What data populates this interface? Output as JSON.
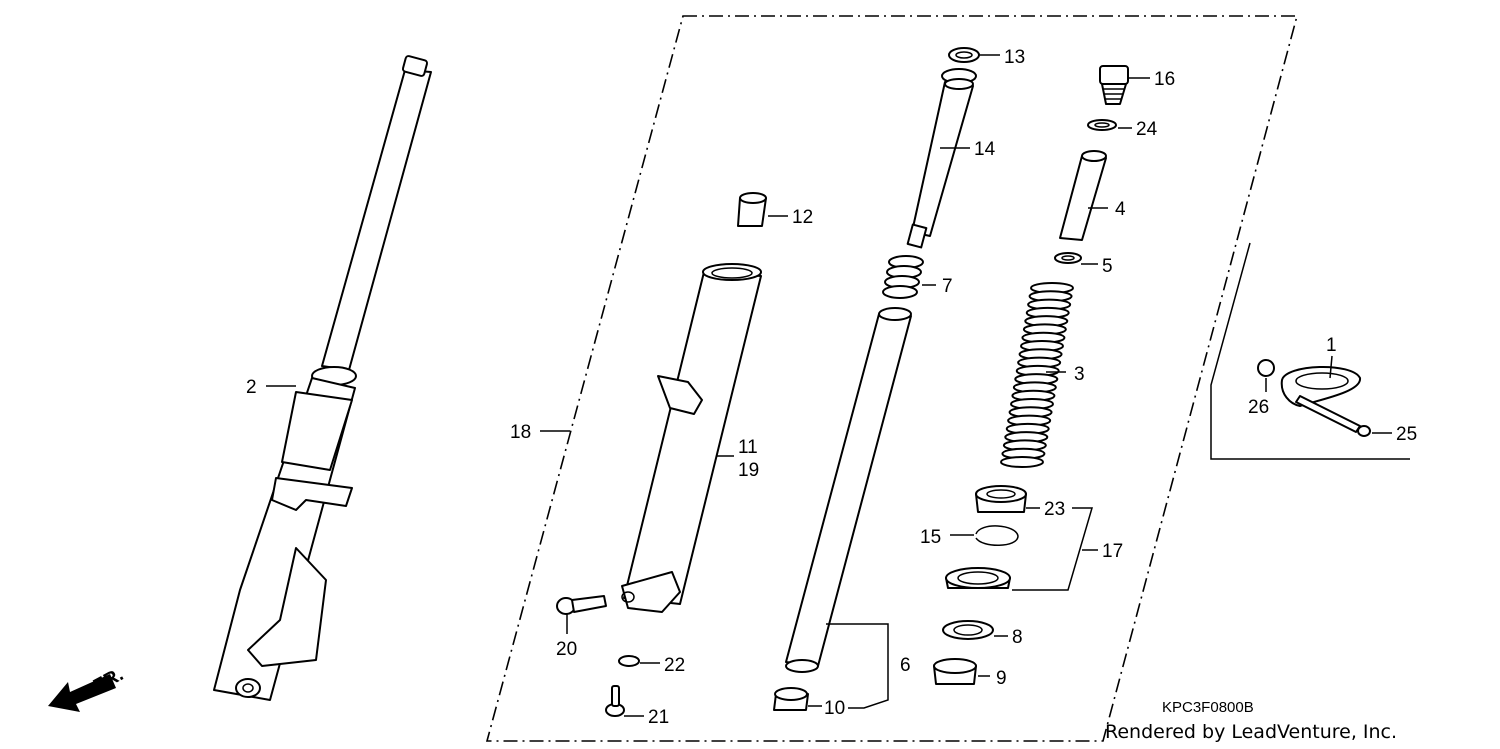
{
  "diagram": {
    "drawing_code": "KPC3F0800B",
    "credit": "Rendered by LeadVenture, Inc.",
    "direction_label": "FR.",
    "callouts": {
      "c1": "1",
      "c2": "2",
      "c3": "3",
      "c4": "4",
      "c5": "5",
      "c6": "6",
      "c7": "7",
      "c8": "8",
      "c9": "9",
      "c10": "10",
      "c11": "11",
      "c12": "12",
      "c13": "13",
      "c14": "14",
      "c15": "15",
      "c16": "16",
      "c17": "17",
      "c18": "18",
      "c19": "19",
      "c20": "20",
      "c21": "21",
      "c22": "22",
      "c23": "23",
      "c24": "24",
      "c25": "25",
      "c26": "26"
    }
  }
}
